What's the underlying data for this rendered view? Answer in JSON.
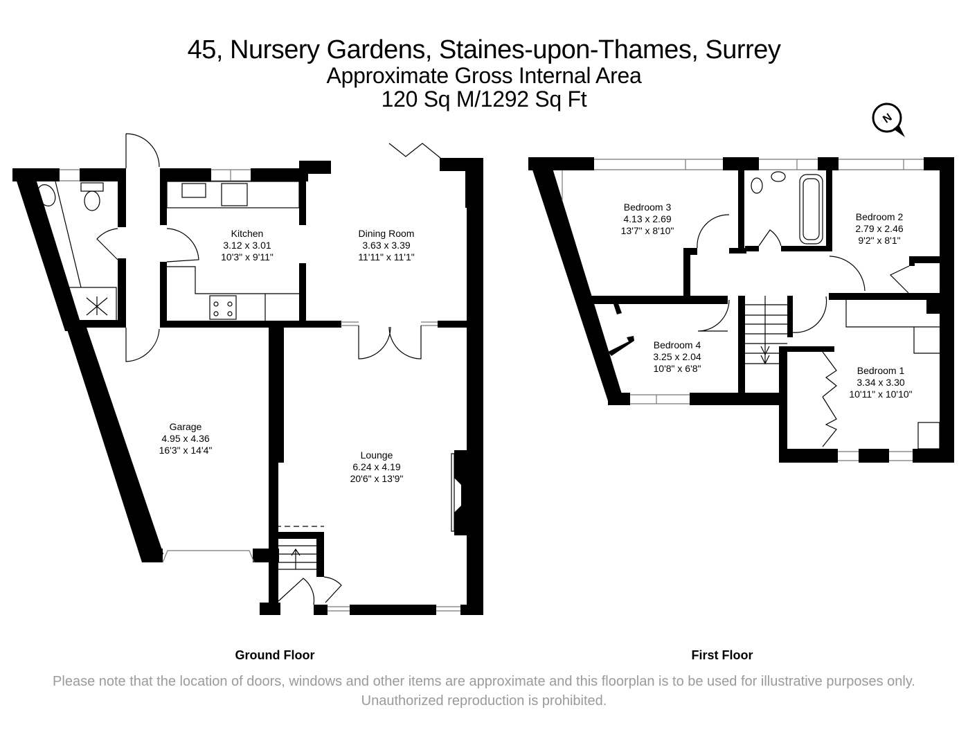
{
  "header": {
    "address": "45, Nursery Gardens, Staines-upon-Thames, Surrey",
    "area_label": "Approximate Gross Internal Area",
    "area_value": "120 Sq M/1292 Sq Ft"
  },
  "compass": {
    "icon": "north-arrow-icon",
    "letter": "N"
  },
  "floors": {
    "ground": {
      "label": "Ground Floor",
      "rooms": {
        "kitchen": {
          "name": "Kitchen",
          "metric": "3.12 x 3.01",
          "imperial": "10'3\" x 9'11\""
        },
        "dining": {
          "name": "Dining Room",
          "metric": "3.63 x 3.39",
          "imperial": "11'11\" x 11'1\""
        },
        "garage": {
          "name": "Garage",
          "metric": "4.95 x 4.36",
          "imperial": "16'3\" x 14'4\""
        },
        "lounge": {
          "name": "Lounge",
          "metric": "6.24 x 4.19",
          "imperial": "20'6\" x 13'9\""
        }
      }
    },
    "first": {
      "label": "First Floor",
      "rooms": {
        "bedroom3": {
          "name": "Bedroom 3",
          "metric": "4.13 x 2.69",
          "imperial": "13'7\" x 8'10\""
        },
        "bedroom2": {
          "name": "Bedroom 2",
          "metric": "2.79 x 2.46",
          "imperial": "9'2\" x 8'1\""
        },
        "bedroom4": {
          "name": "Bedroom 4",
          "metric": "3.25 x 2.04",
          "imperial": "10'8\" x 6'8\""
        },
        "bedroom1": {
          "name": "Bedroom 1",
          "metric": "3.34 x 3.30",
          "imperial": "10'11\" x 10'10\""
        }
      }
    }
  },
  "footer": {
    "disclaimer": "Please note that the location of doors, windows and other items are approximate and this floorplan is to be used for illustrative purposes only. Unauthorized reproduction is prohibited."
  },
  "colors": {
    "wall": "#000000",
    "background": "#ffffff",
    "disclaimer_text": "#9a9a9a",
    "window_line": "#888888"
  }
}
